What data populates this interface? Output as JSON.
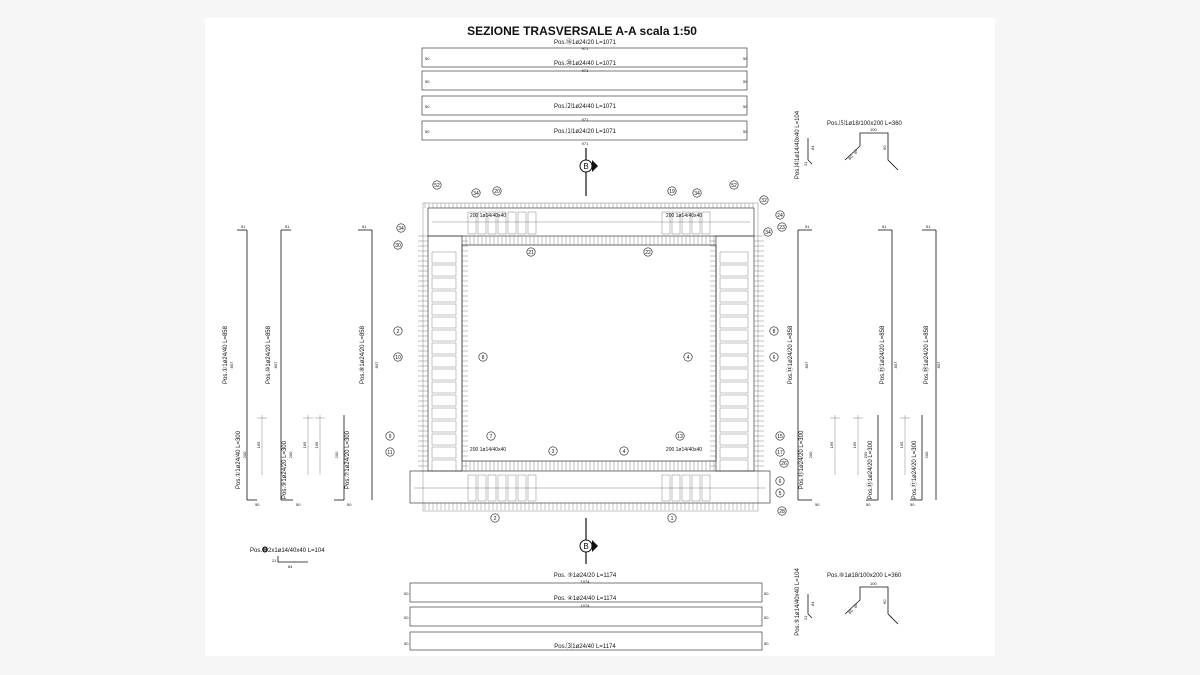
{
  "title": "SEZIONE TRASVERSALE A-A  scala 1:50",
  "section_mark": "B",
  "top_bars": [
    {
      "label": "Pos.⑯1ø24/20 L=1071",
      "length": "971",
      "hook": "50"
    },
    {
      "label": "Pos.⑳1ø24/40 L=1071",
      "length": "971",
      "hook": "50"
    },
    {
      "label": "Pos.⑵1ø24/40 L=1071",
      "length": "971",
      "hook": "50"
    },
    {
      "label": "Pos.⑴1ø24/20 L=1071",
      "length": "971",
      "hook": "50"
    }
  ],
  "bottom_bars": [
    {
      "label": "Pos. ③1ø24/20 L=1174",
      "length": "1074",
      "hook": "50"
    },
    {
      "label": "Pos. ④1ø24/40 L=1174",
      "length": "1074",
      "hook": "50"
    },
    {
      "label": "Pos.⑶1ø24/40 L=1174",
      "length": "",
      "hook": "50"
    }
  ],
  "left_bars": [
    {
      "upper": "Pos.①1ø24/40 L=858",
      "lower": "Pos.①1ø24/40 L=300",
      "length": "807",
      "top": "51",
      "bottom": "50",
      "mid1": "165",
      "mid2": "200"
    },
    {
      "upper": "Pos.⑩1ø24/20 L=858",
      "lower": "Pos.⑨1ø24/20 L=300",
      "length": "807",
      "top": "51",
      "bottom": "50",
      "mid1": "165",
      "mid2": "200"
    },
    {
      "upper": "Pos.⑧1ø24/20 L=858",
      "lower": "Pos.⑦1ø24/20 L=300",
      "length": "807",
      "top": "51",
      "bottom": "50",
      "mid1": "165",
      "mid2": "200"
    }
  ],
  "right_bars": [
    {
      "upper": "Pos.⑭1ø24/20 L=858",
      "lower": "Pos.⑬1ø24/20 L=300",
      "length": "807",
      "top": "51",
      "bottom": "50",
      "mid1": "165",
      "mid2": "200"
    },
    {
      "upper": "Pos.⑮1ø24/20 L=858",
      "lower": "Pos.⑮1ø24/20 L=300",
      "length": "807",
      "top": "51",
      "bottom": "50",
      "mid1": "165",
      "mid2": "200"
    },
    {
      "upper": "Pos.⑱1ø24/20 L=858",
      "lower": "Pos.⑰1ø24/20 L=300",
      "length": "807",
      "top": "51",
      "bottom": "50",
      "mid1": "165",
      "mid2": "200"
    }
  ],
  "stirrups": {
    "pos52": {
      "label": "Pos.⓿2x1ø14/40x40 L=104",
      "dim_a": "21",
      "dim_b": "84"
    },
    "pos23": {
      "label": "Pos.⑷1ø14/40x40 L=104",
      "dim_a": "21",
      "dim_b": "84"
    },
    "pos24": {
      "label": "Pos.⑸1ø18/100x200 L=360",
      "dim_top": "100",
      "dim_left": "60",
      "dim_right": "60",
      "dim_toe": "80"
    },
    "pos5": {
      "label": "Pos.⑤1ø14/40x40 L=104",
      "dim_a": "21",
      "dim_b": "84"
    },
    "pos6": {
      "label": "Pos.⑥1ø18/100x200 L=360",
      "dim_top": "100",
      "dim_left": "60",
      "dim_right": "60",
      "dim_toe": "80"
    }
  },
  "section": {
    "stirrup_note": "200  1ø14/40x40",
    "callouts": [
      "52",
      "34",
      "20",
      "19",
      "34",
      "52",
      "32",
      "24",
      "23",
      "34",
      "34",
      "30",
      "21",
      "22",
      "2",
      "10",
      "8",
      "8",
      "4",
      "6",
      "9",
      "7",
      "13",
      "15",
      "11",
      "3",
      "4",
      "17",
      "26",
      "6",
      "5",
      "2",
      "1",
      "28"
    ]
  }
}
